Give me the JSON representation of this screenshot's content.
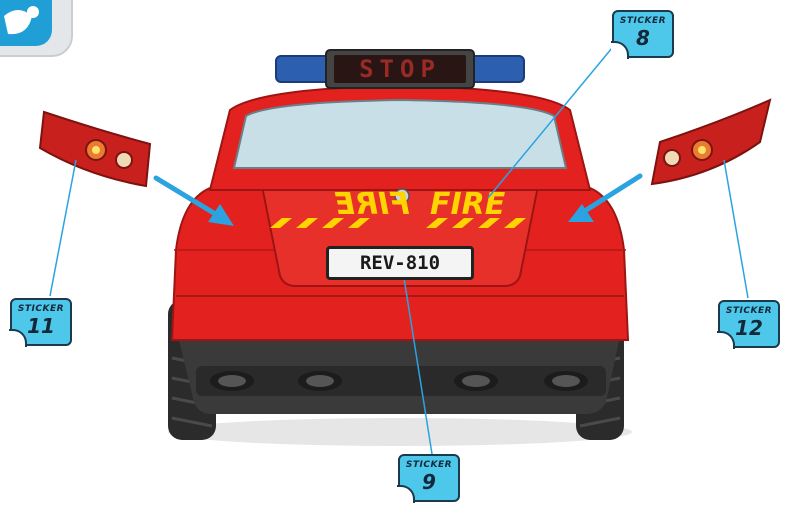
{
  "vehicle": {
    "type": "fire car",
    "plate_text": "REV-810",
    "stop_sign_text": "STOP",
    "fire_text": "FIRE",
    "colors": {
      "body": "#e3221f",
      "body_dark": "#b51816",
      "light_bar": "#2d5fb0",
      "decal": "#ffd400",
      "sticker_tag": "#4dc7ea"
    }
  },
  "stickers": [
    {
      "word": "STICKER",
      "number": "8"
    },
    {
      "word": "STICKER",
      "number": "11"
    },
    {
      "word": "STICKER",
      "number": "12"
    },
    {
      "word": "STICKER",
      "number": "9"
    }
  ],
  "loose_parts": [
    {
      "name": "tail-light-left"
    },
    {
      "name": "tail-light-right"
    }
  ]
}
